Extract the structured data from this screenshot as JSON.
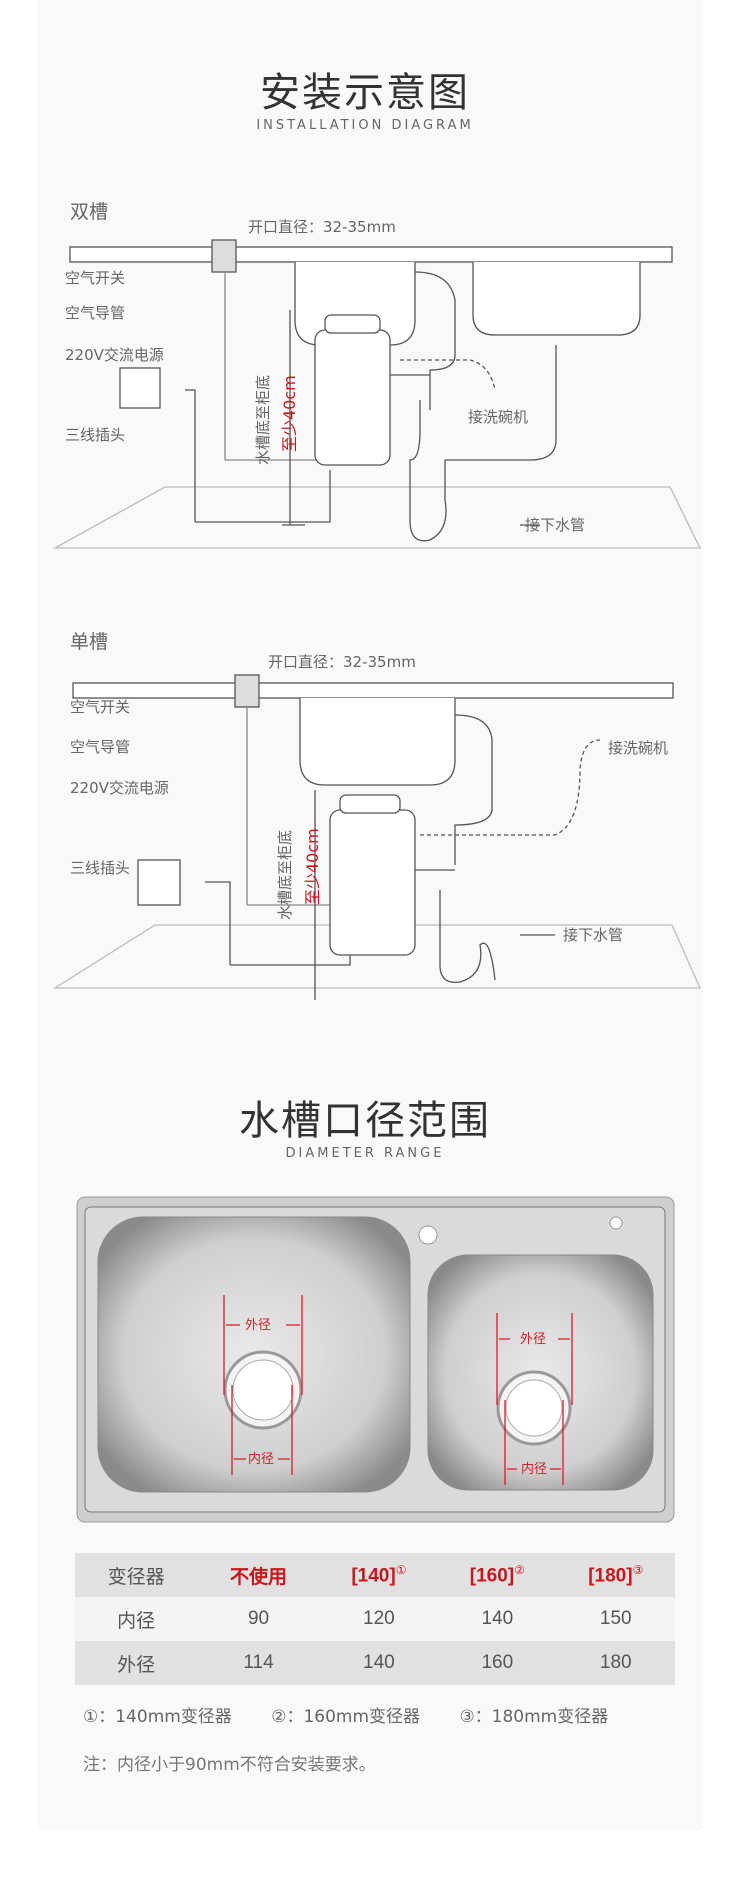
{
  "section1": {
    "title": "安装示意图",
    "subtitle": "INSTALLATION DIAGRAM"
  },
  "diagram_double": {
    "heading": "双槽",
    "opening": "开口直径：32-35mm",
    "air_switch": "空气开关",
    "air_tube": "空气导管",
    "power": "220V交流电源",
    "plug": "三线插头",
    "height_label": "水槽底至柜底",
    "min_height": "至少40cm",
    "dishwasher": "接洗碗机",
    "drain": "接下水管"
  },
  "diagram_single": {
    "heading": "单槽",
    "opening": "开口直径：32-35mm",
    "air_switch": "空气开关",
    "air_tube": "空气导管",
    "power": "220V交流电源",
    "plug": "三线插头",
    "height_label": "水槽底至柜底",
    "min_height": "至少40cm",
    "dishwasher": "接洗碗机",
    "drain": "接下水管"
  },
  "section2": {
    "title": "水槽口径范围",
    "subtitle": "DIAMETER RANGE"
  },
  "sink_photo": {
    "outer_label": "外径",
    "inner_label": "内径"
  },
  "table": {
    "header": [
      "变径器",
      "不使用",
      "[140]",
      "[160]",
      "[180]"
    ],
    "header_marks": [
      "①",
      "②",
      "③"
    ],
    "rows": [
      {
        "label": "内径",
        "values": [
          "90",
          "120",
          "140",
          "150"
        ]
      },
      {
        "label": "外径",
        "values": [
          "114",
          "140",
          "160",
          "180"
        ]
      }
    ]
  },
  "footnotes": [
    "①：140mm变径器",
    "②：160mm变径器",
    "③：180mm变径器"
  ],
  "note": "注：内径小于90mm不符合安装要求。",
  "colors": {
    "accent_red": "#c8161d",
    "text": "#555555",
    "card_bg": "#f9f9f9"
  }
}
